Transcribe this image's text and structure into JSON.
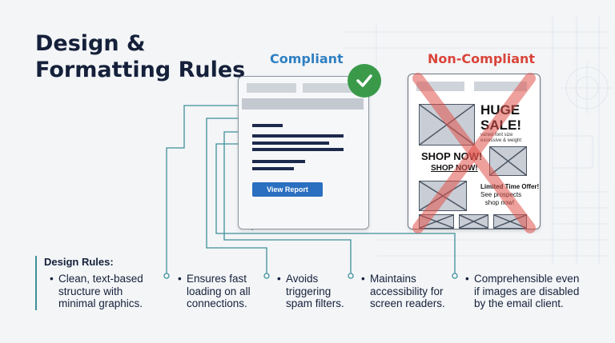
{
  "title": {
    "line1": "Design &",
    "line2": "Formatting Rules"
  },
  "compliant": {
    "label": "Compliant",
    "button_label": "View Report"
  },
  "noncompliant": {
    "label": "Non-Compliant",
    "huge": "HUGE",
    "sale": "SALE!",
    "note1": "varied font size",
    "note2": "excessive & weight",
    "shop_big": "SHOP NOW!",
    "shop_small": "SHOP NOW!",
    "limited": "Limited Time Offer!",
    "see1": "See prospects",
    "see2": "shop now!"
  },
  "design_rules": {
    "heading": "Design Rules:",
    "items": [
      {
        "line1": "Clean, text-based",
        "line2": "structure with",
        "line3": "minimal graphics."
      },
      {
        "line1": "Ensures fast",
        "line2": "loading on all",
        "line3": "connections."
      },
      {
        "line1": "Avoids",
        "line2": "triggering",
        "line3": "spam filters."
      },
      {
        "line1": "Maintains",
        "line2": "accessibility for",
        "line3": "screen readers."
      },
      {
        "line1": "Comprehensible even",
        "line2": "if images are disabled",
        "line3": "by the email client."
      }
    ]
  },
  "colors": {
    "compliant_blue": "#2f7fc1",
    "noncompliant_red": "#d9443a",
    "check_green": "#3a9a4a",
    "connector_teal": "#3f8f99",
    "navy": "#15203a"
  },
  "icons": {
    "check": "check-icon",
    "cross": "red-x-icon",
    "image": "image-placeholder-icon"
  }
}
